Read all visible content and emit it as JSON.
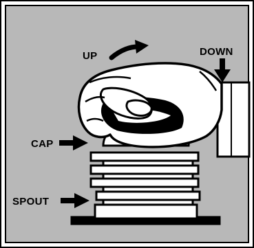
{
  "labels": {
    "up": "UP",
    "down": "DOWN",
    "cap": "CAP",
    "spout": "SPOUT"
  },
  "colors": {
    "panel_background": "#b8b8b8",
    "ink": "#000000",
    "paper": "#ffffff"
  },
  "icons": {
    "up": "curved-arrow-right-icon",
    "down": "arrow-down-icon",
    "cap": "arrow-right-icon",
    "spout": "arrow-right-icon"
  }
}
